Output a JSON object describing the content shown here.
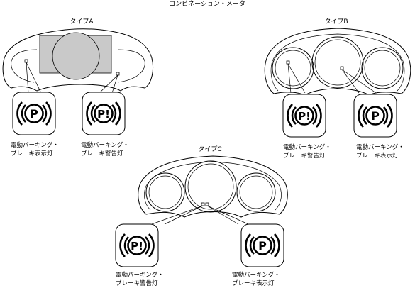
{
  "title": "コンビネーション・メータ",
  "types": {
    "a": {
      "label": "タイプA"
    },
    "b": {
      "label": "タイプB"
    },
    "c": {
      "label": "タイプC"
    }
  },
  "captions": {
    "display_line1": "電動パーキング・",
    "display_line2": "ブレーキ表示灯",
    "warning_line1": "電動パーキング・",
    "warning_line2": "ブレーキ警告灯"
  },
  "symbols": {
    "display_glyph": "P",
    "warning_glyph": "P!"
  }
}
